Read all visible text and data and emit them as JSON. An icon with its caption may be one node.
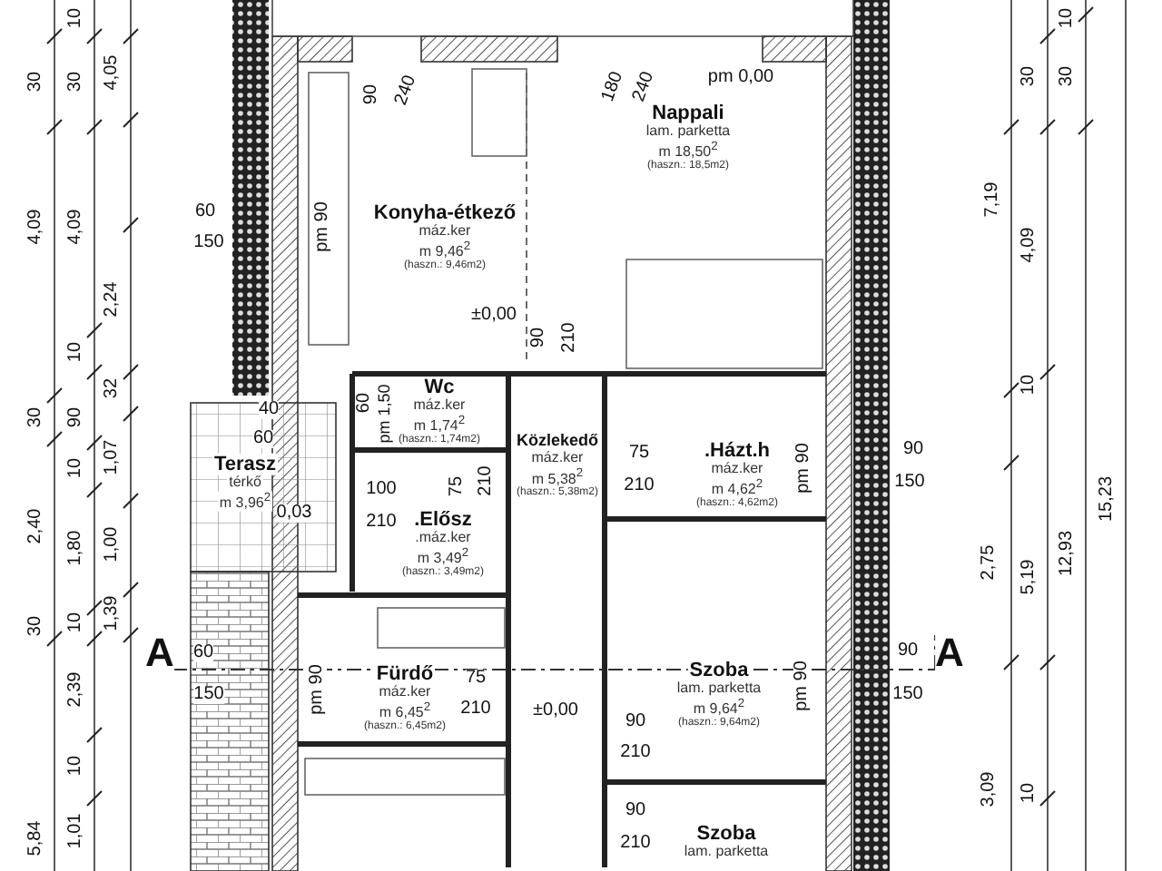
{
  "diagram": {
    "nodes": [
      {
        "text": [
          "Konyha-étkező",
          "máz.ker",
          "m 9,46$^{2}$",
          "(haszn.: 9,46m2)"
        ]
      },
      {
        "text": [
          "Nappali",
          "lam. parketta",
          "m 18,50$^{2}$",
          "(haszn.: 18,5m2)"
        ]
      },
      {
        "text": [
          "Wc",
          "máz.ker",
          "m 1,74$^{2}$",
          "(haszn.: 1,74m2)"
        ]
      },
      {
        "text": [
          "Terasz",
          "térkő",
          "m 3,96$^{2}$"
        ]
      },
      {
        "text": [
          "Közlekedő",
          "máz.ker",
          "m 5,38$^{2}$",
          "(haszn.: 5,38m2)"
        ]
      },
      {
        "text": [
          ".Házt.h",
          "máz.ker",
          "m 4,62$^{2}$",
          "(haszn.: 4,62m2)"
        ]
      },
      {
        "text": [
          ".Elősz",
          ".máz.ker",
          "m 3,49$^{2}$",
          "(haszn.: 3,49m2)"
        ]
      },
      {
        "text": [
          "Fürdő",
          "máz.ker",
          "m 6,45$^{2}$",
          "(haszn.: 6,45m2)"
        ]
      },
      {
        "text": [
          "Szoba",
          "lam. parketta",
          "m 9,64$^{2}$",
          "(haszn.: 9,64m2)"
        ]
      },
      {
        "text": [
          "Szoba",
          "lam. parketta"
        ]
      }
    ],
    "labels": [
      "10",
      "30",
      "30",
      "4,05",
      "4,09",
      "4,09",
      "2,24",
      "10",
      "32",
      "30",
      "90",
      "10",
      "1,07",
      "2,40",
      "1,80",
      "1,00",
      "30",
      "10",
      "1,39",
      "2,39",
      "10",
      "5,84",
      "1,01",
      "10",
      "30",
      "30",
      "7,19",
      "4,09",
      "10",
      "2,75",
      "5,19",
      "12,93",
      "15,23",
      "3,09",
      "10",
      "90",
      "240",
      "180",
      "240",
      "pm 0,00",
      "60",
      "150",
      "pm 90",
      "±0,00",
      "90",
      "210",
      "60",
      "pm 1,50",
      "40",
      "60",
      "0,03",
      "100",
      "210",
      "75",
      "210",
      "75",
      "210",
      "pm 90",
      "90",
      "150",
      "A",
      "A",
      "60",
      "150",
      "pm 90",
      "75",
      "210",
      "±0,00",
      "90",
      "210",
      "pm 90",
      "90",
      "150",
      "90",
      "210"
    ]
  }
}
